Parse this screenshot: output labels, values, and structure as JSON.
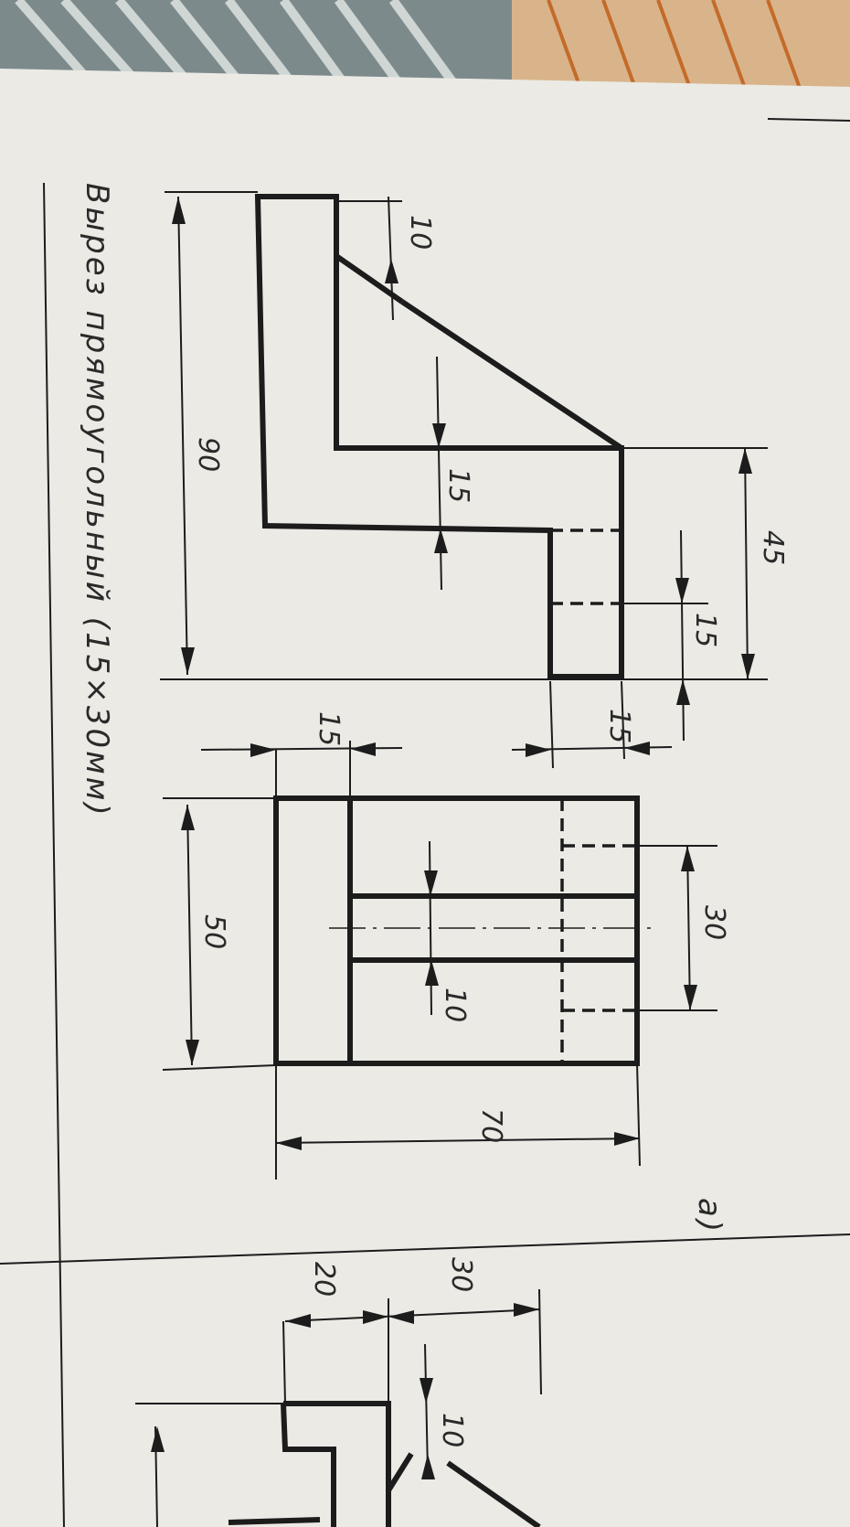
{
  "caption": "Вырез прямоугольный (15×30мм)",
  "figure_label": "а)",
  "side_view": {
    "dimensions": {
      "overall": "90",
      "top_step": "10",
      "inner_step": "15",
      "right_height": "45",
      "right_inner": "15",
      "right_width": "15",
      "bottom_width": "15"
    }
  },
  "top_view": {
    "dimensions": {
      "height": "50",
      "left_width": "15",
      "slot_width": "10",
      "cutout": "30",
      "overall_width": "70"
    }
  },
  "next_figure": {
    "dimensions": {
      "left": "20",
      "right": "30",
      "step": "10"
    }
  },
  "colors": {
    "paper": "#e9e8e3",
    "ink": "#1c1c1c"
  }
}
